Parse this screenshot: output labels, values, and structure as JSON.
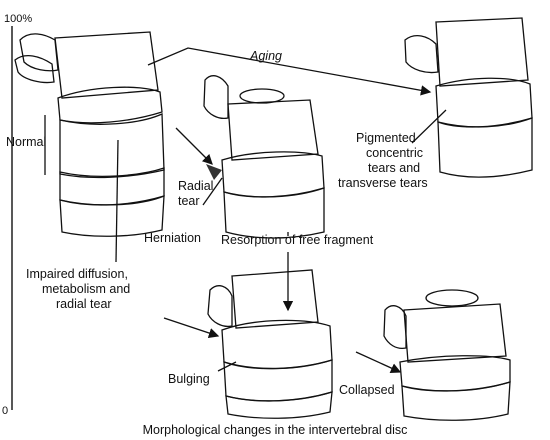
{
  "axis": {
    "top_label": "100%",
    "bottom_label": "0"
  },
  "caption": "Morphological changes in the intervertebral disc",
  "labels": {
    "normal": "Normal",
    "aging": "Aging",
    "radial_tear": [
      "Radial",
      "tear"
    ],
    "herniation": "Herniation",
    "resorption": "Resorption of free fragment",
    "impaired": [
      "Impaired diffusion,",
      "metabolism and",
      "radial tear"
    ],
    "pigmented": [
      "Pigmented",
      "concentric",
      "tears and",
      "transverse tears"
    ],
    "bulging": "Bulging",
    "collapsed": "Collapsed"
  }
}
